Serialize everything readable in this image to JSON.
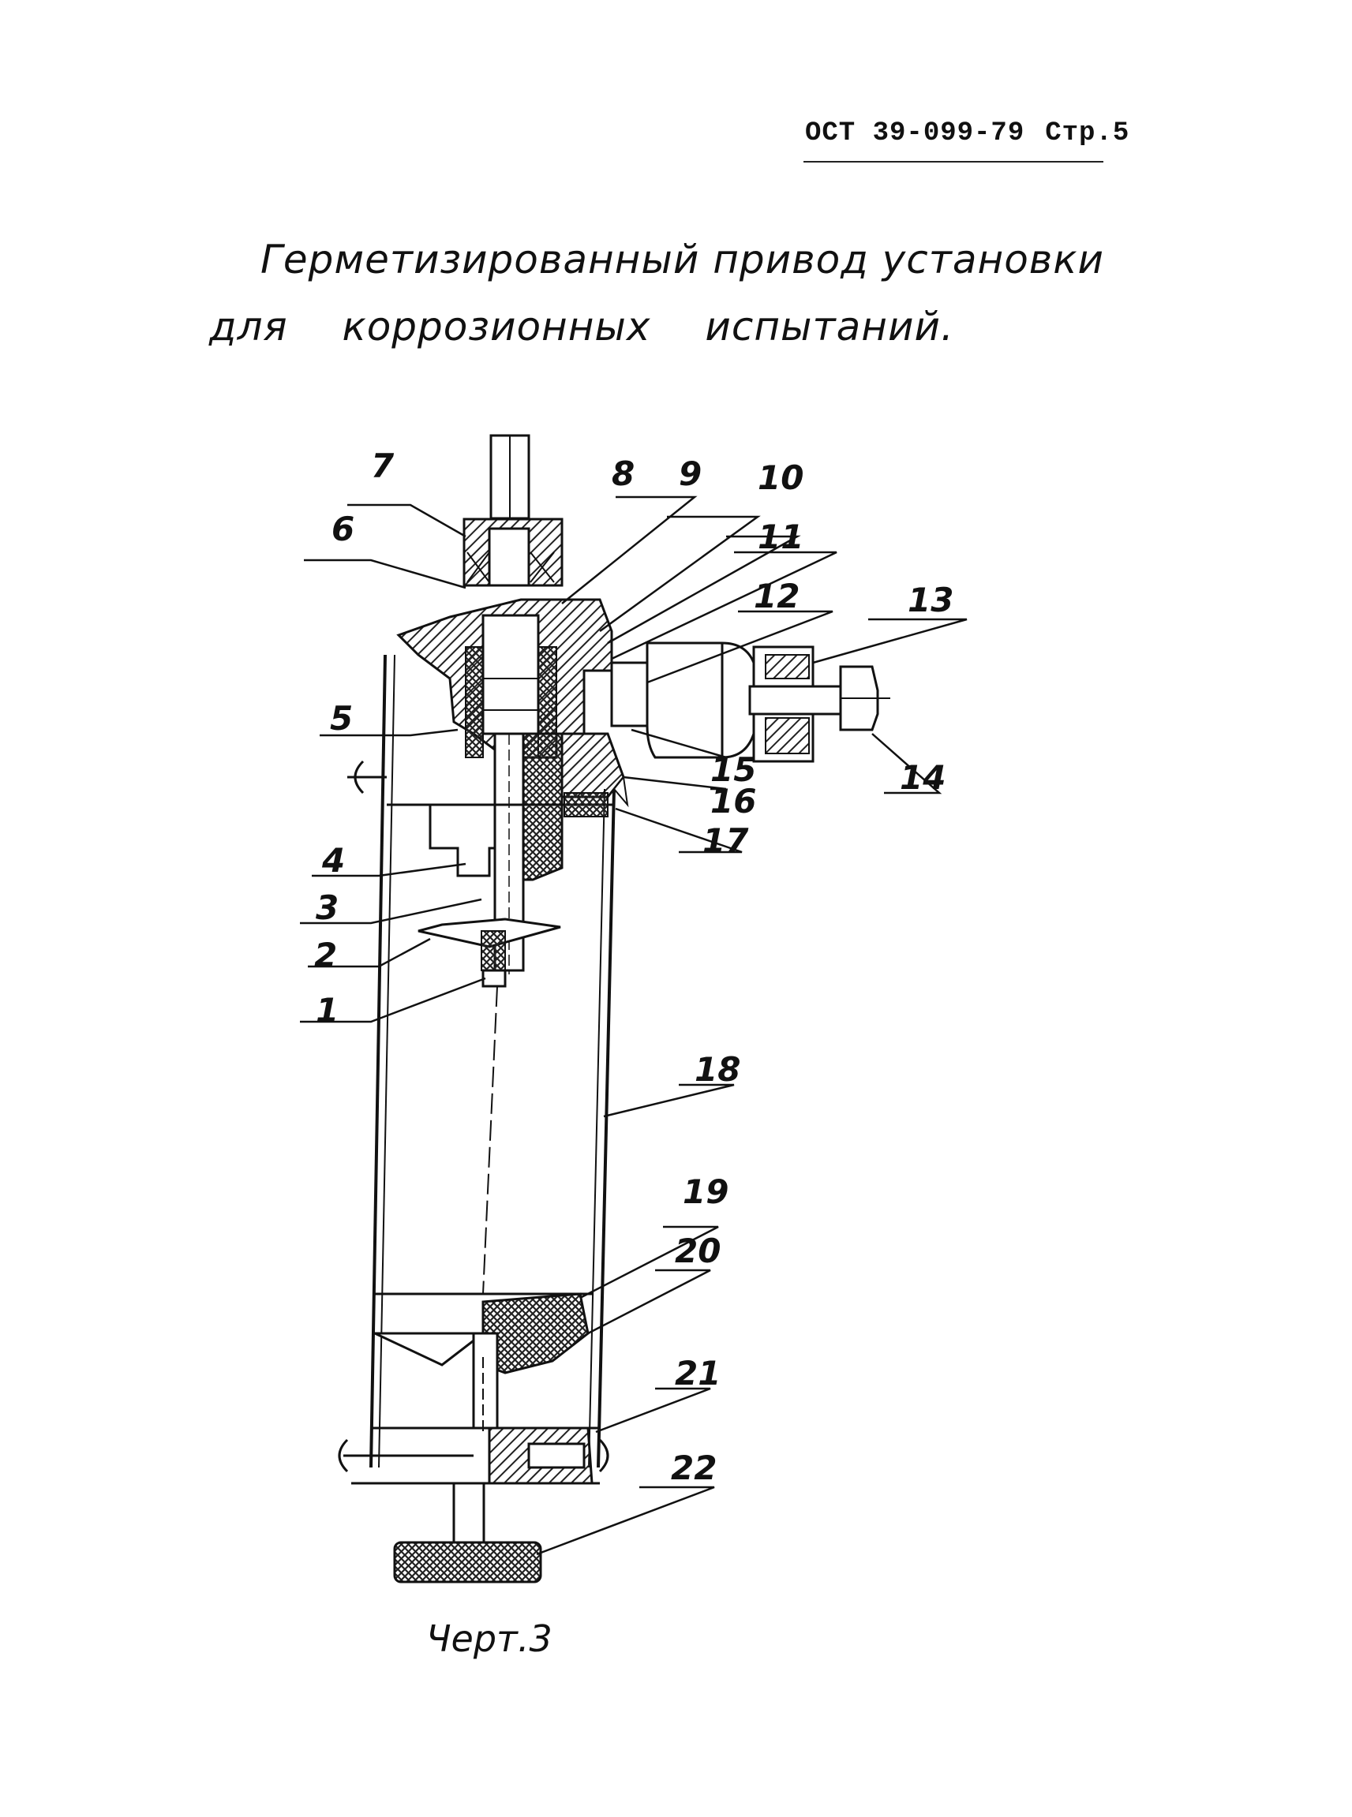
{
  "header": {
    "doc_code": "ОСТ 39-099-79",
    "page_label": "Стр.5"
  },
  "title": {
    "line1": "Герметизированный привод установки",
    "line2": "для коррозионных испытаний."
  },
  "figure": {
    "caption": "Черт.3",
    "callouts": [
      "1",
      "2",
      "3",
      "4",
      "5",
      "6",
      "7",
      "8",
      "9",
      "10",
      "11",
      "12",
      "13",
      "14",
      "15",
      "16",
      "17",
      "18",
      "19",
      "20",
      "21",
      "22"
    ]
  },
  "colors": {
    "ink": "#111111",
    "hatch": "#222222",
    "paper": "#ffffff"
  }
}
